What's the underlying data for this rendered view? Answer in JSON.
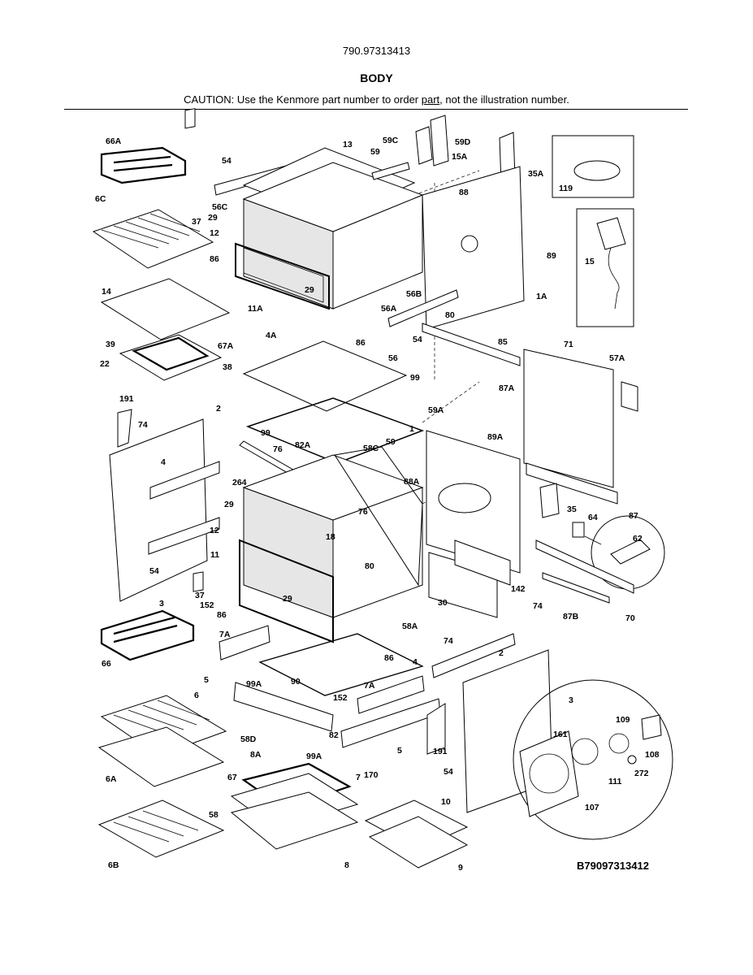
{
  "header": {
    "model_number": "790.97313413",
    "section_title": "BODY",
    "caution_prefix": "CAUTION: Use the Kenmore part number to order ",
    "caution_underlined": "part",
    "caution_suffix": ", not the illustration number."
  },
  "diagram": {
    "code": "B79097313412",
    "labels": [
      "66A",
      "54",
      "13",
      "59C",
      "59D",
      "15A",
      "59",
      "35A",
      "119",
      "56C",
      "88",
      "6C",
      "37",
      "29",
      "12",
      "86",
      "15",
      "89",
      "29",
      "56A",
      "56B",
      "1A",
      "14",
      "11A",
      "80",
      "4A",
      "86",
      "54",
      "85",
      "71",
      "39",
      "67A",
      "57A",
      "22",
      "38",
      "56",
      "99",
      "87A",
      "191",
      "2",
      "74",
      "99",
      "59A",
      "82A",
      "1",
      "58C",
      "59",
      "89A",
      "76",
      "4",
      "264",
      "88A",
      "76",
      "35",
      "64",
      "62",
      "29",
      "18",
      "87",
      "12",
      "80",
      "11",
      "142",
      "54",
      "37",
      "152",
      "86",
      "29",
      "30",
      "3",
      "87B",
      "70",
      "58A",
      "74",
      "66",
      "7A",
      "74",
      "86",
      "4",
      "2",
      "5",
      "90",
      "3",
      "99A",
      "152",
      "7A",
      "6",
      "82",
      "109",
      "161",
      "108",
      "191",
      "58D",
      "99A",
      "5",
      "8A",
      "170",
      "54",
      "272",
      "6A",
      "67",
      "7",
      "111",
      "58",
      "107",
      "10",
      "6B",
      "8",
      "9"
    ]
  }
}
